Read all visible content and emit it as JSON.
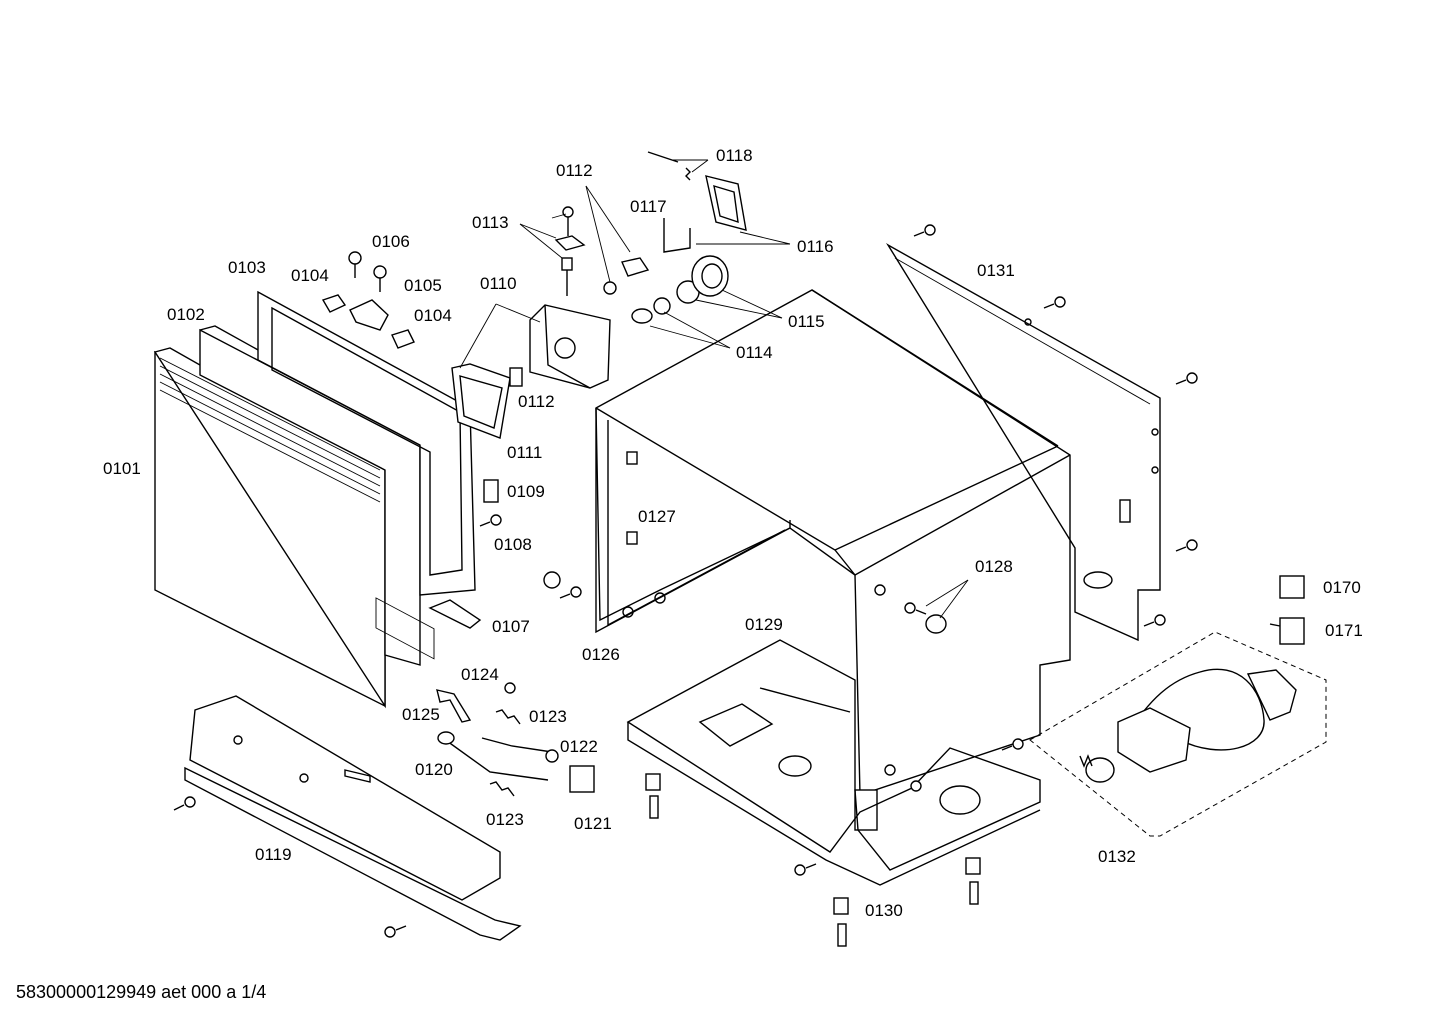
{
  "footer": "58300000129949 aet 000 a 1/4",
  "part_labels": [
    {
      "id": "0101"
    },
    {
      "id": "0102"
    },
    {
      "id": "0103"
    },
    {
      "id": "0104"
    },
    {
      "id": "0104"
    },
    {
      "id": "0105"
    },
    {
      "id": "0106"
    },
    {
      "id": "0107"
    },
    {
      "id": "0108"
    },
    {
      "id": "0109"
    },
    {
      "id": "0110"
    },
    {
      "id": "0111"
    },
    {
      "id": "0112"
    },
    {
      "id": "0112"
    },
    {
      "id": "0113"
    },
    {
      "id": "0114"
    },
    {
      "id": "0115"
    },
    {
      "id": "0116"
    },
    {
      "id": "0117"
    },
    {
      "id": "0118"
    },
    {
      "id": "0119"
    },
    {
      "id": "0120"
    },
    {
      "id": "0121"
    },
    {
      "id": "0122"
    },
    {
      "id": "0123"
    },
    {
      "id": "0123"
    },
    {
      "id": "0124"
    },
    {
      "id": "0125"
    },
    {
      "id": "0126"
    },
    {
      "id": "0127"
    },
    {
      "id": "0128"
    },
    {
      "id": "0129"
    },
    {
      "id": "0130"
    },
    {
      "id": "0131"
    },
    {
      "id": "0132"
    },
    {
      "id": "0170"
    },
    {
      "id": "0171"
    }
  ]
}
